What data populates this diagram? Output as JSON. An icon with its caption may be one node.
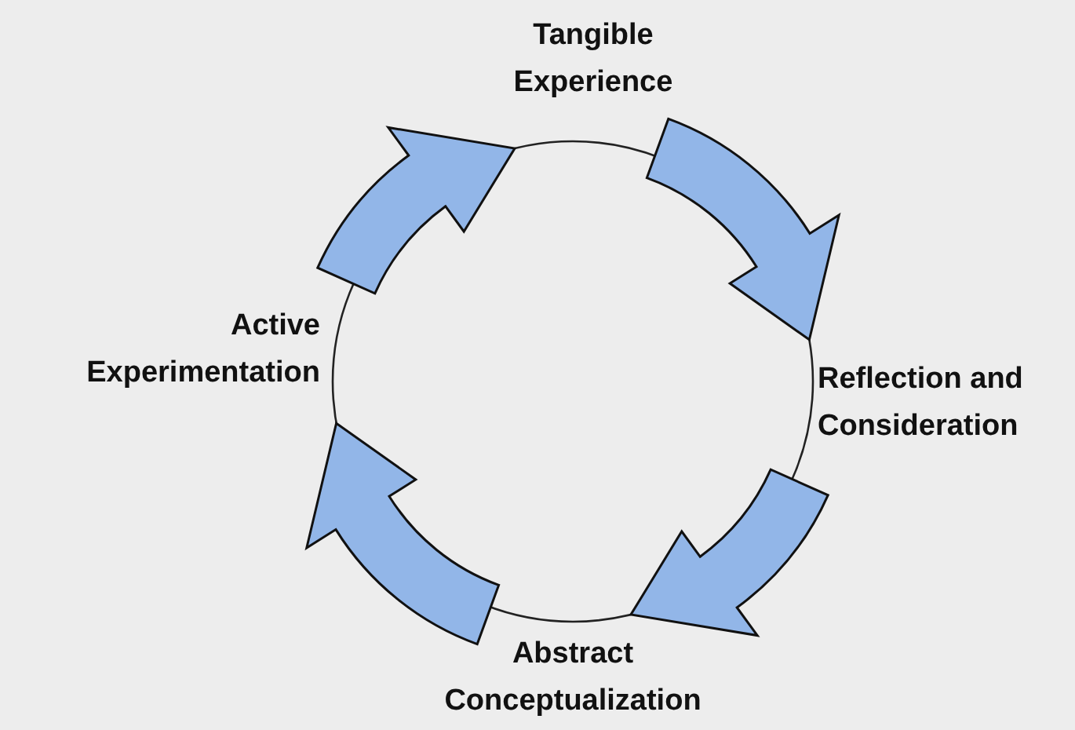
{
  "diagram": {
    "nodes": [
      {
        "text": [
          "Tangible Experience"
        ]
      },
      {
        "text": [
          "Reflection and Consideration"
        ]
      },
      {
        "text": [
          "Abstract Conceptualization"
        ]
      },
      {
        "text": [
          "Active Experimentation"
        ]
      },
      {
        "text": [],
        "shape": "circle"
      }
    ],
    "edges": [
      {
        "from": 0,
        "to": 1,
        "arrow": "to"
      },
      {
        "from": 1,
        "to": 2,
        "arrow": "to"
      },
      {
        "from": 2,
        "to": 3,
        "arrow": "to"
      },
      {
        "from": 3,
        "to": 0,
        "arrow": "to"
      }
    ]
  }
}
